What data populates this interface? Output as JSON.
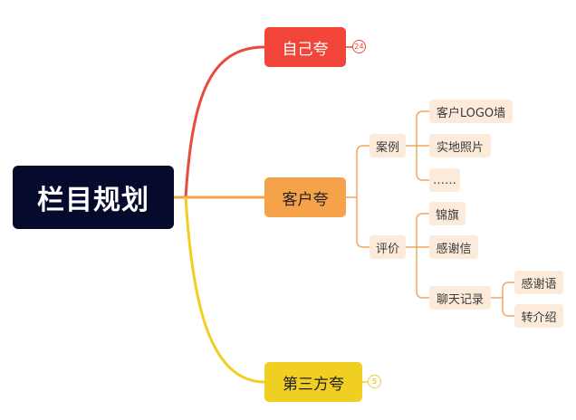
{
  "colors": {
    "root_bg": "#060a2c",
    "self_praise": "#f04538",
    "customer_praise": "#f5a24b",
    "third_party_praise": "#f0cf22",
    "sub_bg": "#fcebdb"
  },
  "mindmap": {
    "root": "栏目规划",
    "branches": [
      {
        "label": "自己夸",
        "collapsed_count": "24"
      },
      {
        "label": "客户夸",
        "children": [
          {
            "label": "案例",
            "children": [
              {
                "label": "客户LOGO墙"
              },
              {
                "label": "实地照片"
              },
              {
                "label": "……"
              }
            ]
          },
          {
            "label": "评价",
            "children": [
              {
                "label": "锦旗"
              },
              {
                "label": "感谢信"
              },
              {
                "label": "聊天记录",
                "children": [
                  {
                    "label": "感谢语"
                  },
                  {
                    "label": "转介绍"
                  }
                ]
              }
            ]
          }
        ]
      },
      {
        "label": "第三方夸",
        "collapsed_count": "5"
      }
    ]
  }
}
